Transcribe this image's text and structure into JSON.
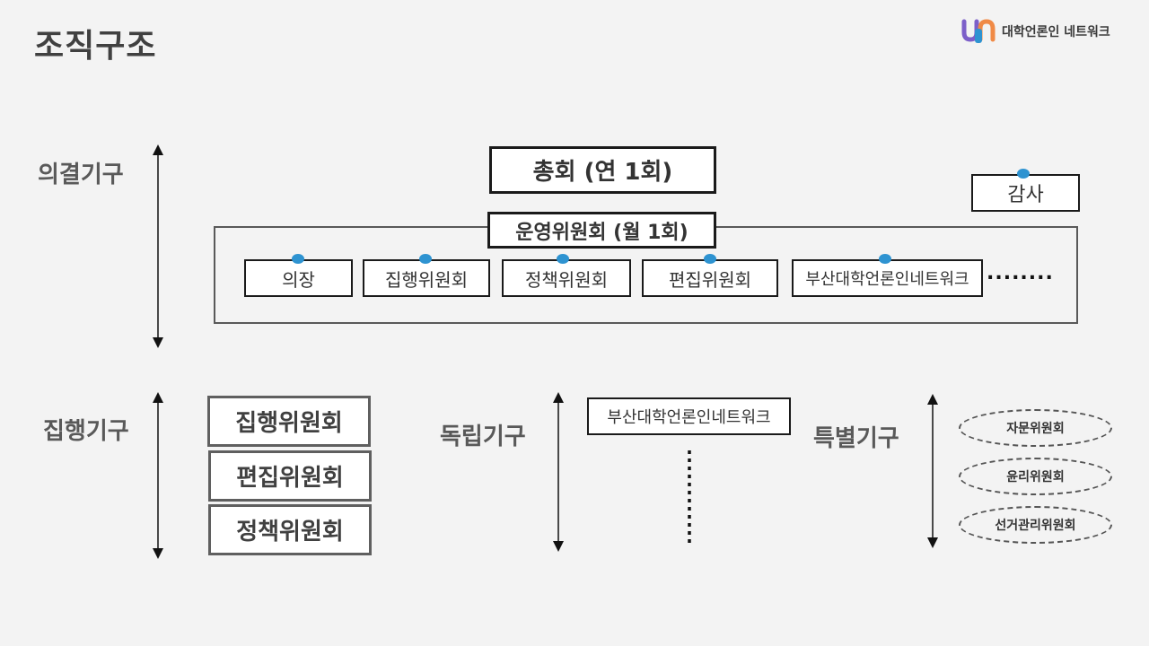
{
  "page_title": "조직구조",
  "logo": {
    "mark": "un",
    "text": "대학언론인 네트워크",
    "colors": {
      "u": "#7c5fc9",
      "n": "#f08a46",
      "bar": "#2e93d1"
    }
  },
  "sections": {
    "decision": "의결기구",
    "executive": "집행기구",
    "independent": "독립기구",
    "special": "특별기구"
  },
  "decision_body": {
    "general_assembly": "총회 (연 1회)",
    "audit": "감사",
    "steering_committee": "운영위원회 (월 1회)",
    "members": [
      "의장",
      "집행위원회",
      "정책위원회",
      "편집위원회",
      "부산대학언론인네트워크"
    ],
    "more": "........"
  },
  "executive_body": [
    "집행위원회",
    "편집위원회",
    "정책위원회"
  ],
  "independent_body": [
    "부산대학언론인네트워크"
  ],
  "special_body": [
    "자문위원회",
    "윤리위원회",
    "선거관리위원회"
  ],
  "colors": {
    "connector_dot": "#2e93d1",
    "frame": "#595959"
  }
}
